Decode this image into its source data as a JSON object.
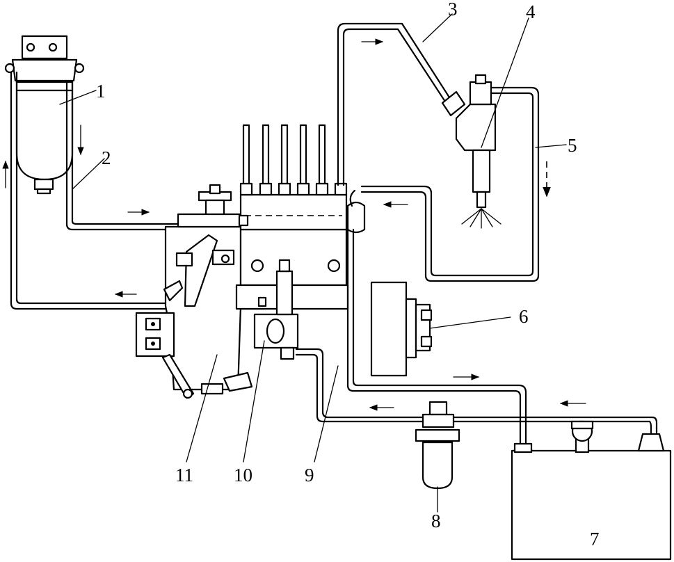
{
  "labels": [
    {
      "id": "fuel-filter-tank",
      "text": "1"
    },
    {
      "id": "supply-line",
      "text": "2"
    },
    {
      "id": "high-pressure-line",
      "text": "3"
    },
    {
      "id": "injector",
      "text": "4"
    },
    {
      "id": "return-line",
      "text": "5"
    },
    {
      "id": "coupling",
      "text": "6"
    },
    {
      "id": "fuel-tank",
      "text": "7"
    },
    {
      "id": "water-separator",
      "text": "8"
    },
    {
      "id": "low-pressure-line",
      "text": "9"
    },
    {
      "id": "feed-pump",
      "text": "10"
    },
    {
      "id": "injection-pump",
      "text": "11"
    }
  ],
  "colors": {
    "line": "#000000",
    "background": "#ffffff"
  }
}
